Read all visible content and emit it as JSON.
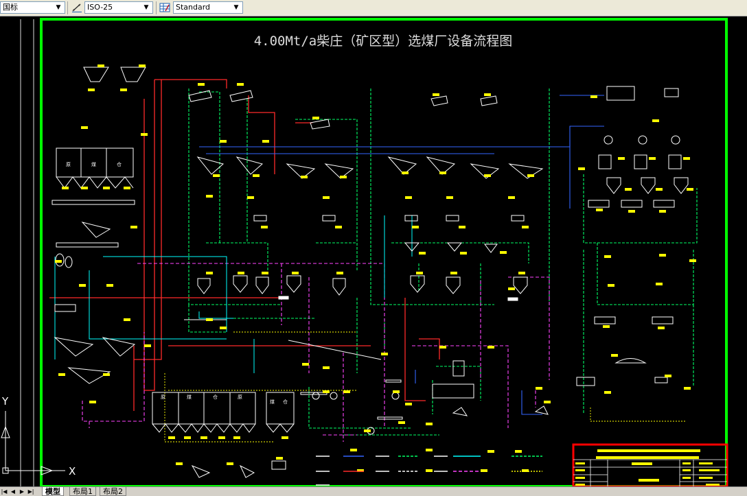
{
  "toolbar": {
    "text_style": "国标",
    "dim_style": "ISO-25",
    "table_style": "Standard",
    "combo_arrow": "▼"
  },
  "drawing": {
    "title": "4.00Mt/a柴庄（矿区型）选煤厂设备流程图",
    "equipment_labels": [
      "原",
      "煤",
      "仓",
      "原",
      "煤",
      "仓",
      "原",
      "煤",
      "仓"
    ],
    "ucs_x": "X",
    "ucs_y": "Y",
    "colors": {
      "background": "#000000",
      "frame": "#00ff00",
      "equipment": "#ffffff",
      "label_tag": "#ffff00",
      "red_line": "#ff2a2a",
      "green_line": "#00ff66",
      "magenta_line": "#ff44ff",
      "cyan_line": "#00ffff",
      "blue_line": "#3366ff",
      "yellow_line": "#ffff00",
      "title_block": "#ff0000"
    }
  },
  "layout_tabs": {
    "nav_first": "|◀",
    "nav_prev": "◀",
    "nav_next": "▶",
    "nav_last": "▶|",
    "tabs": [
      "模型",
      "布局1",
      "布局2"
    ]
  }
}
